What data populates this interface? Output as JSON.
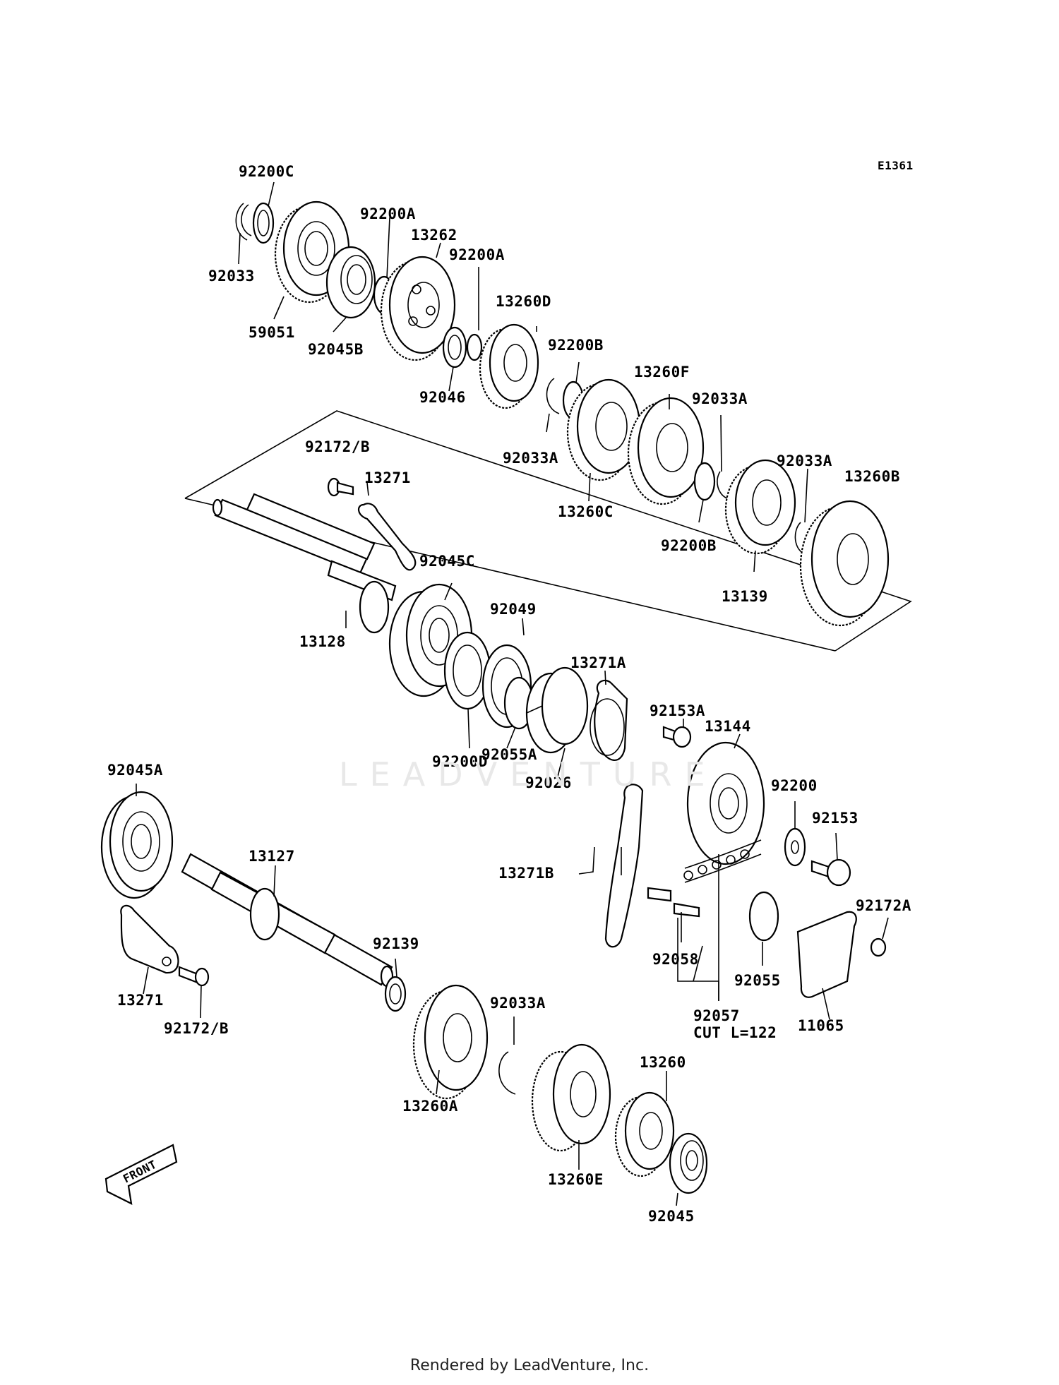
{
  "diagram_code": "E1361",
  "watermark": "LEADVENTURE",
  "footer": "Rendered by LeadVenture, Inc.",
  "front_label": "FRONT",
  "labels": {
    "p92200C": "92200C",
    "p92033": "92033",
    "p59051": "59051",
    "p92200A_1": "92200A",
    "p13262": "13262",
    "p92200A_2": "92200A",
    "p92045B": "92045B",
    "p13260D": "13260D",
    "p92046": "92046",
    "p92200B_1": "92200B",
    "p92033A_1": "92033A",
    "p13260F": "13260F",
    "p92033A_2": "92033A",
    "p13260C": "13260C",
    "p92200B_2": "92200B",
    "p92033A_3": "92033A",
    "p13260B": "13260B",
    "p13139": "13139",
    "p92172B_1": "92172/B",
    "p13271_1": "13271",
    "p92045C": "92045C",
    "p13128": "13128",
    "p92049": "92049",
    "p13271A": "13271A",
    "p92153A": "92153A",
    "p92200D": "92200D",
    "p92055A": "92055A",
    "p13144": "13144",
    "p92026": "92026",
    "p92200": "92200",
    "p92153": "92153",
    "p92045A": "92045A",
    "p13127": "13127",
    "p13271B": "13271B",
    "p92172A": "92172A",
    "p92139": "92139",
    "p92058": "92058",
    "p92055": "92055",
    "p13271_2": "13271",
    "p92033A_4": "92033A",
    "p92057": "92057",
    "p92057cut": "CUT L=122",
    "p11065": "11065",
    "p92172B_2": "92172/B",
    "p13260A": "13260A",
    "p13260": "13260",
    "p13260E": "13260E",
    "p92045": "92045"
  }
}
